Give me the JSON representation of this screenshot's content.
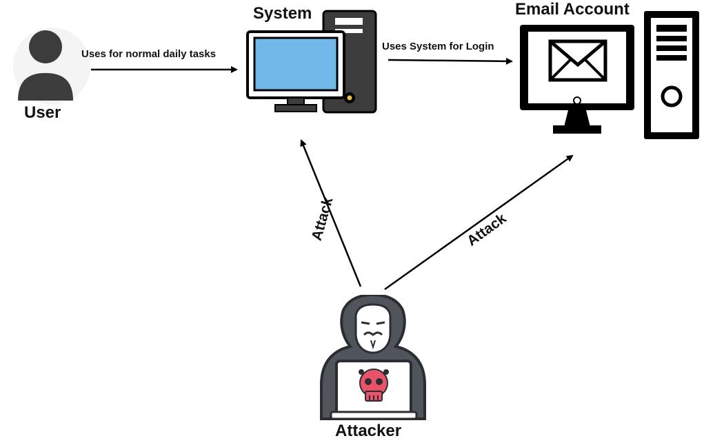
{
  "nodes": {
    "user": {
      "label": "User",
      "icon": "user-icon"
    },
    "system": {
      "label": "System",
      "icon": "desktop-computer-icon"
    },
    "email": {
      "label": "Email Account",
      "icon": "email-server-icon"
    },
    "attacker": {
      "label": "Attacker",
      "icon": "hacker-laptop-icon"
    }
  },
  "edges": {
    "user_to_system": {
      "label": "Uses for normal daily tasks"
    },
    "system_to_email": {
      "label": "Uses System for Login"
    },
    "attacker_to_system": {
      "label": "Attack"
    },
    "attacker_to_email": {
      "label": "Attack"
    }
  },
  "colors": {
    "screen_blue": "#72b8e8",
    "dark_gray": "#3c3c3c",
    "black": "#000000",
    "skull_red": "#e8536a",
    "hood_gray": "#50555c"
  }
}
